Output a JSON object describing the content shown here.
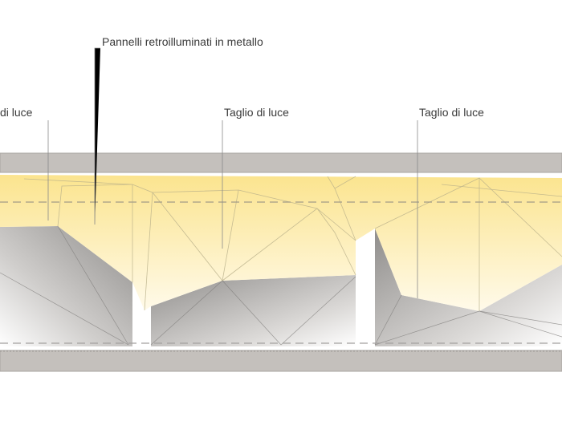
{
  "labels": {
    "panels": "Pannelli retroilluminati in metallo",
    "cut_left": "di luce",
    "cut_mid": "Taglio di luce",
    "cut_right": "Taglio di luce"
  },
  "colors": {
    "slab": "#c4c0bc",
    "light_yellow": "#fbe38a",
    "light_pale": "#fffbea",
    "shadow_gray": "#9a9896",
    "leader_line": "#8a8a8a"
  }
}
